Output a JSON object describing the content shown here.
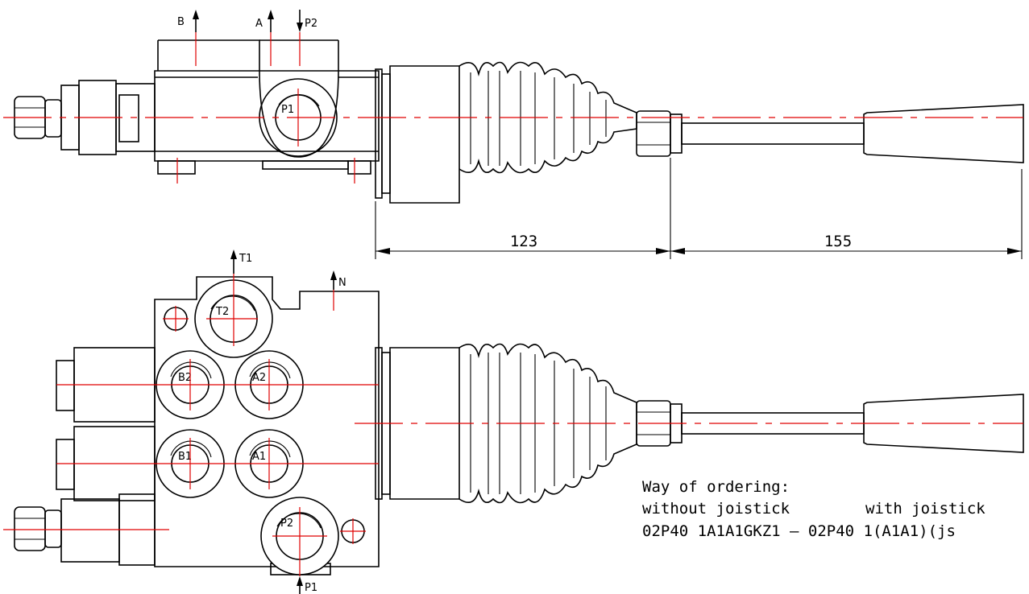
{
  "ports": {
    "top_b": "B",
    "top_a": "A",
    "top_p2": "P2",
    "top_p1": "P1",
    "t1": "T1",
    "t2": "T2",
    "n": "N",
    "b2": "B2",
    "a2": "A2",
    "b1": "B1",
    "a1": "A1",
    "p2": "P2",
    "p1": "P1"
  },
  "dimensions": {
    "d1": "123",
    "d2": "155"
  },
  "ordering": {
    "title": "Way of ordering:",
    "col1": "without joistick",
    "col2": "with joistick",
    "codes": "02P40 1A1A1GKZ1 – 02P40 1(A1A1)(js"
  },
  "colors": {
    "centerline": "#e00000",
    "outline": "#000000"
  }
}
